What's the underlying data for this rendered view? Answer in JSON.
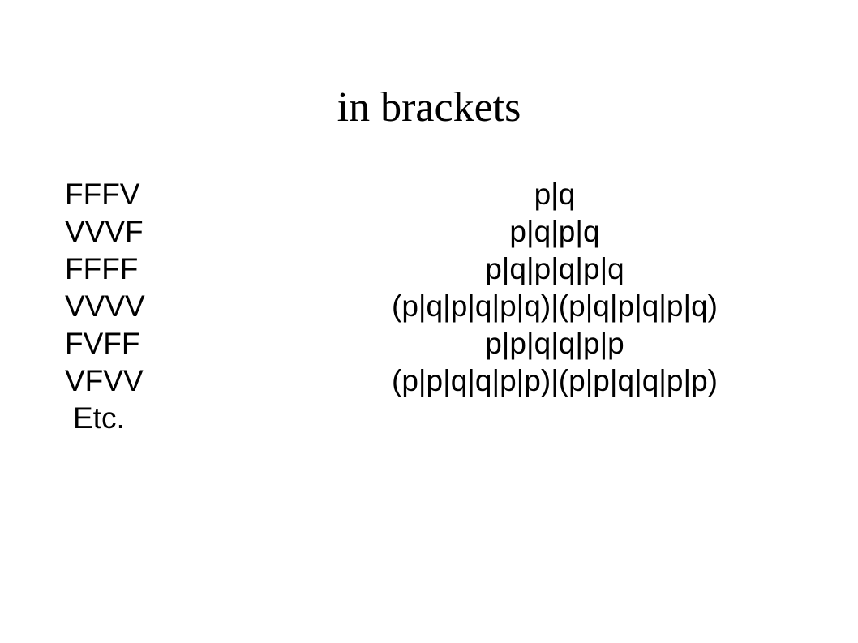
{
  "slide": {
    "title": "in brackets",
    "rows": [
      {
        "code": "FFFV",
        "formula": "p|q"
      },
      {
        "code": "VVVF",
        "formula": "p|q|p|q"
      },
      {
        "code": "FFFF",
        "formula": "p|q|p|q|p|q"
      },
      {
        "code": "VVVV",
        "formula": "(p|q|p|q|p|q)|(p|q|p|q|p|q)"
      },
      {
        "code": "FVFF",
        "formula": "p|p|q|q|p|p"
      },
      {
        "code": "VFVV",
        "formula": "(p|p|q|q|p|p)|(p|p|q|q|p|p)"
      }
    ],
    "etc": "Etc."
  }
}
